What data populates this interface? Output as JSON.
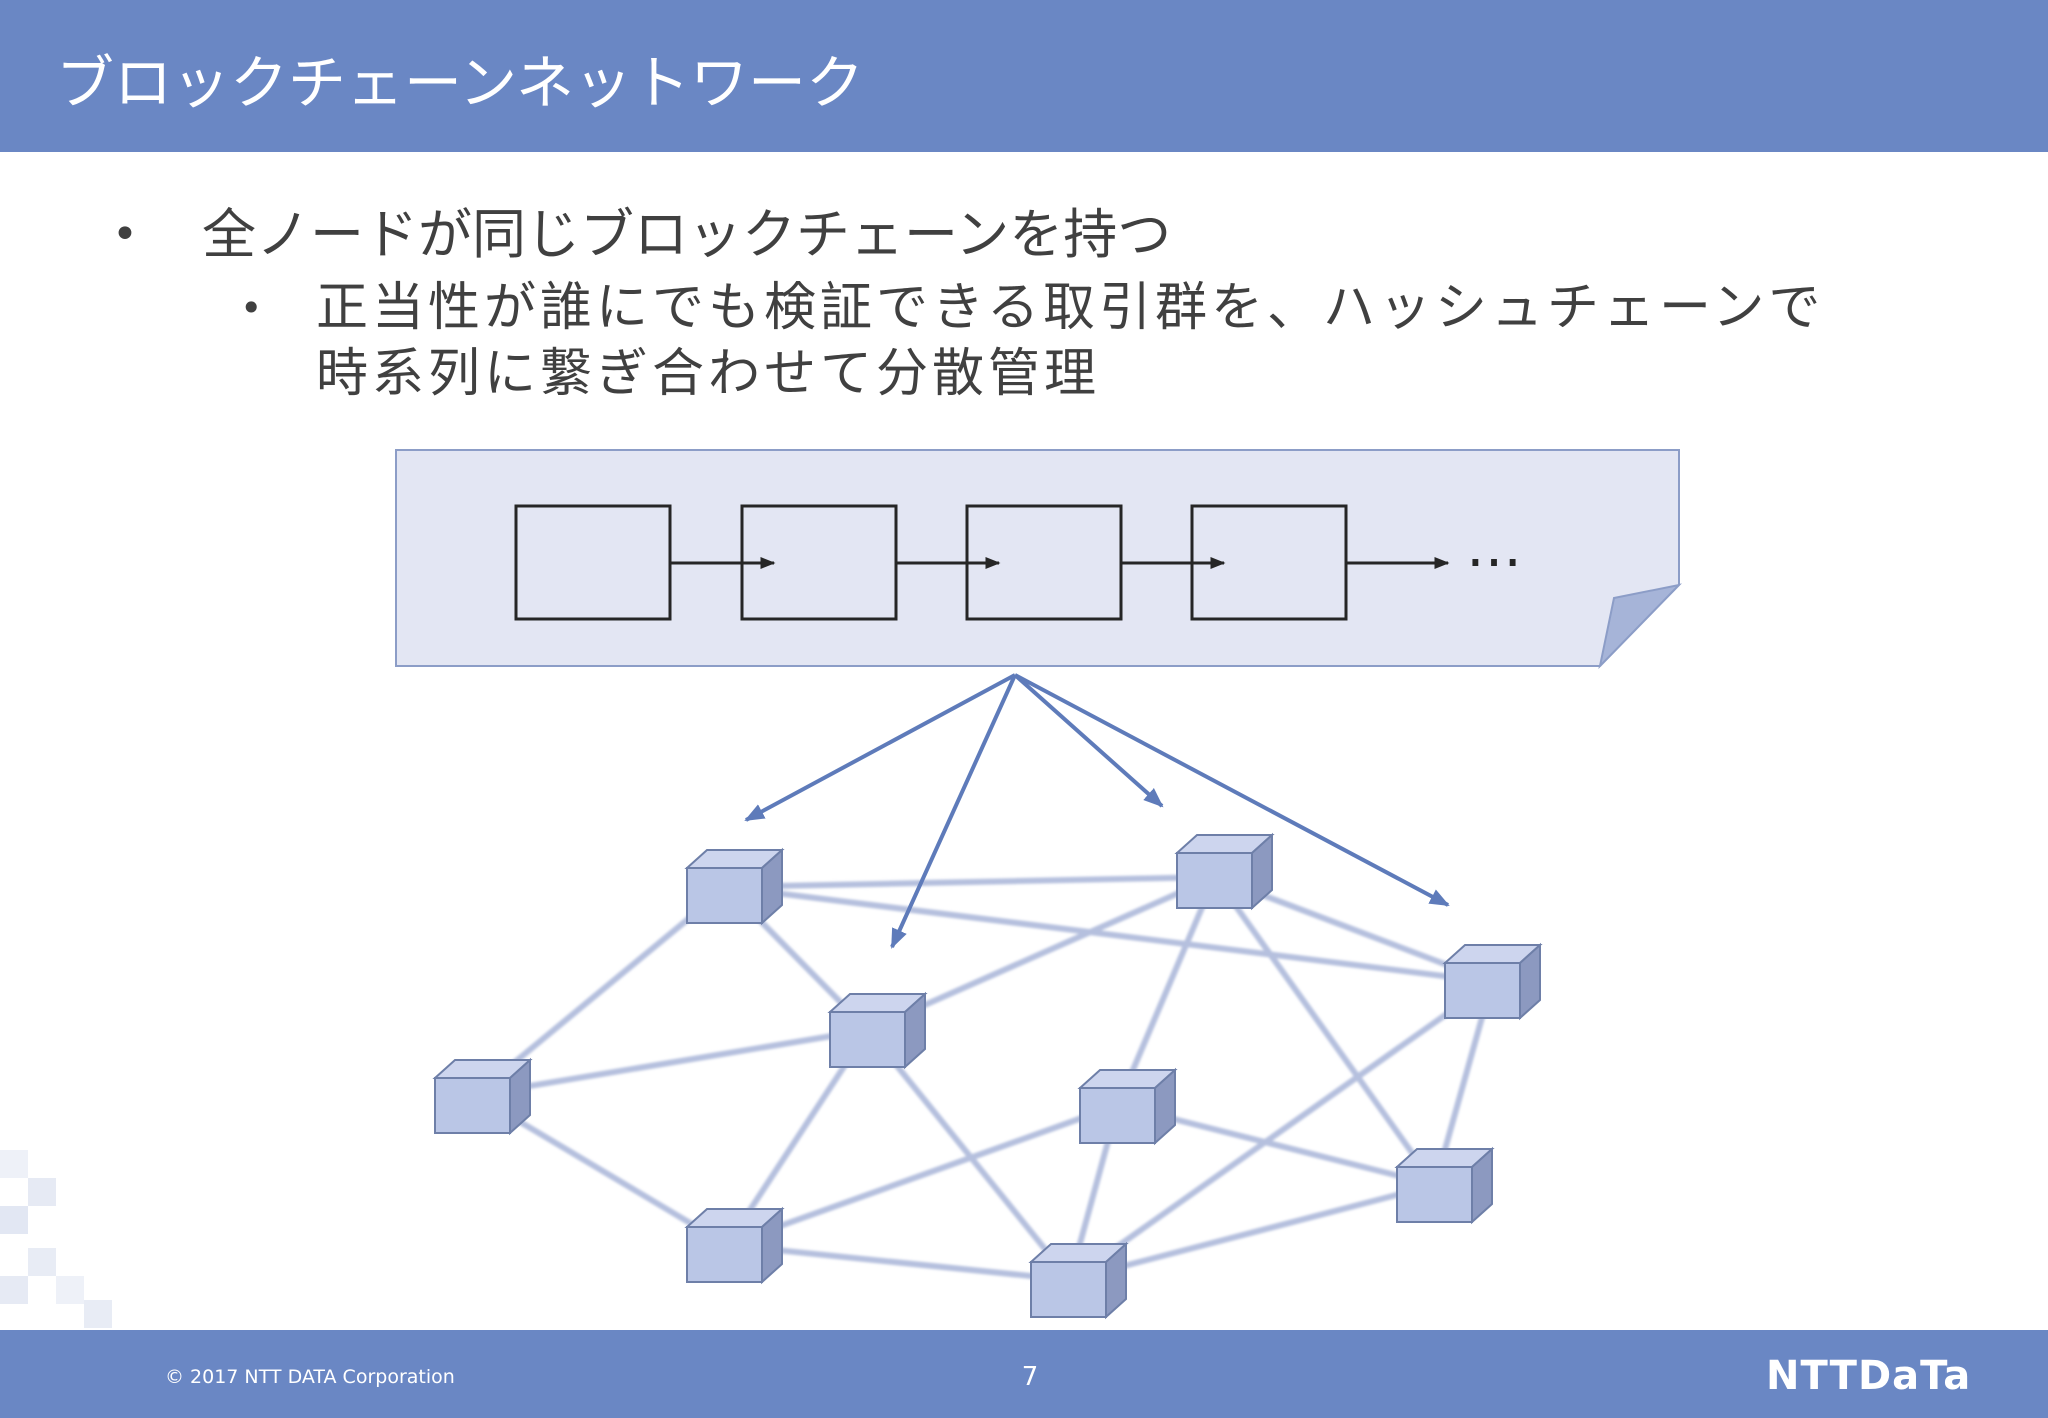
{
  "header": {
    "title": "ブロックチェーンネットワーク"
  },
  "bullets": {
    "level1": "全ノードが同じブロックチェーンを持つ",
    "level2_lines": [
      "正当性が誰にでも検証できる取引群を、ハッシュチェーンで",
      "時系列に繋ぎ合わせて分散管理"
    ]
  },
  "diagram": {
    "chain_ellipsis": "…",
    "block_count": 4,
    "node_count": 9
  },
  "footer": {
    "copyright": "© 2017 NTT DATA Corporation",
    "page_number": "7",
    "logo_text": "NTTDaTa"
  },
  "colors": {
    "header_bar": "#6A87C4",
    "document_fill": "#E3E6F3",
    "node_face": "#BAC6E6",
    "arrow": "#5E7BBA",
    "text": "#404040"
  }
}
